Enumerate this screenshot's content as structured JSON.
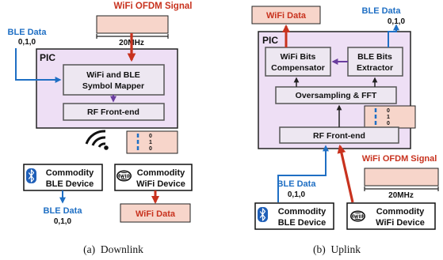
{
  "colors": {
    "red": "#c8321e",
    "blue": "#1f6fc4",
    "purple": "#6a3d9e",
    "pic_fill": "#eedff5",
    "block_fill": "#ede7f1",
    "pink_fill": "#f7d5ca",
    "line": "#222222"
  },
  "downlink": {
    "signal_label": "WiFi OFDM Signal",
    "bandwidth": "20MHz",
    "ble_in_label": "BLE Data",
    "ble_in_bits": "0,1,0",
    "pic_title": "PIC",
    "mapper_line1": "WiFi and BLE",
    "mapper_line2": "Symbol Mapper",
    "rf_frontend": "RF Front-end",
    "spectrum_bits": [
      "0",
      "1",
      "0"
    ],
    "ble_device_line1": "Commodity",
    "ble_device_line2": "BLE Device",
    "wifi_device_line1": "Commodity",
    "wifi_device_line2": "WiFi Device",
    "ble_out_label": "BLE Data",
    "ble_out_bits": "0,1,0",
    "wifi_out_label": "WiFi Data",
    "caption": "(a)  Downlink"
  },
  "uplink": {
    "wifi_data": "WiFi Data",
    "ble_out_label": "BLE Data",
    "ble_out_bits": "0,1,0",
    "pic_title": "PIC",
    "compensator_line1": "WiFi Bits",
    "compensator_line2": "Compensator",
    "extractor_line1": "BLE Bits",
    "extractor_line2": "Extractor",
    "oversampling": "Oversampling & FFT",
    "spectrum_bits": [
      "0",
      "1",
      "0"
    ],
    "rf_frontend": "RF Front-end",
    "signal_label": "WiFi OFDM Signal",
    "ble_in_label": "BLE Data",
    "ble_in_bits": "0,1,0",
    "bandwidth": "20MHz",
    "ble_device_line1": "Commodity",
    "ble_device_line2": "BLE Device",
    "wifi_device_line1": "Commodity",
    "wifi_device_line2": "WiFi Device",
    "caption": "(b)  Uplink"
  }
}
